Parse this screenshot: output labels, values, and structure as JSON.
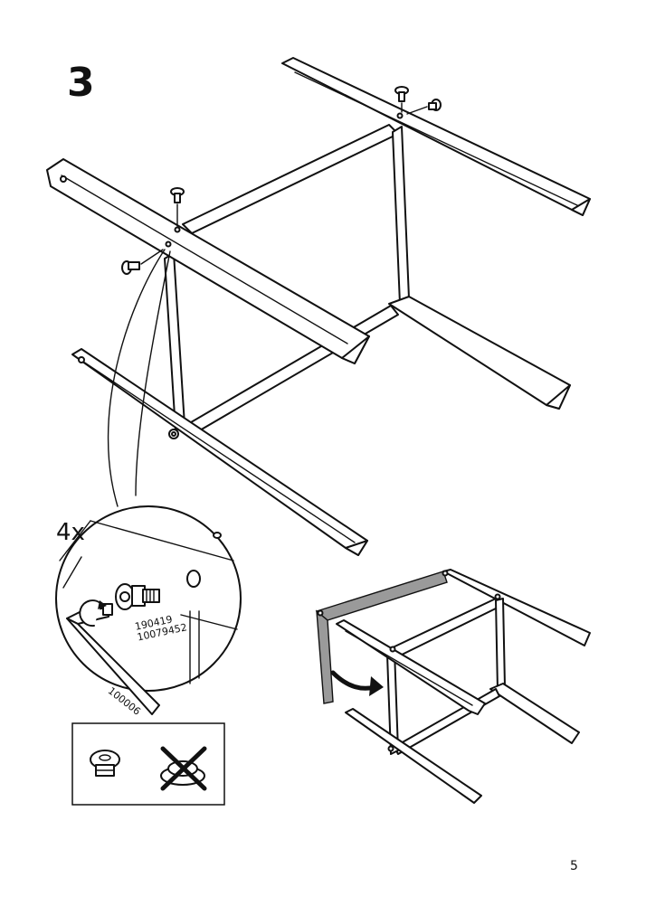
{
  "step": {
    "number": "3"
  },
  "detail": {
    "quantity": "4x",
    "bolt_part_numbers": [
      "190419",
      "10079452"
    ],
    "allen_key_part_number": "100006"
  },
  "page": {
    "number": "5"
  },
  "icons": {
    "screw": "screw-icon",
    "washer": "washer-icon",
    "allen_key": "allen-key-icon",
    "rotate_arrow": "rotate-arrow-icon",
    "prohibited_cross": "cross-mark-icon"
  }
}
